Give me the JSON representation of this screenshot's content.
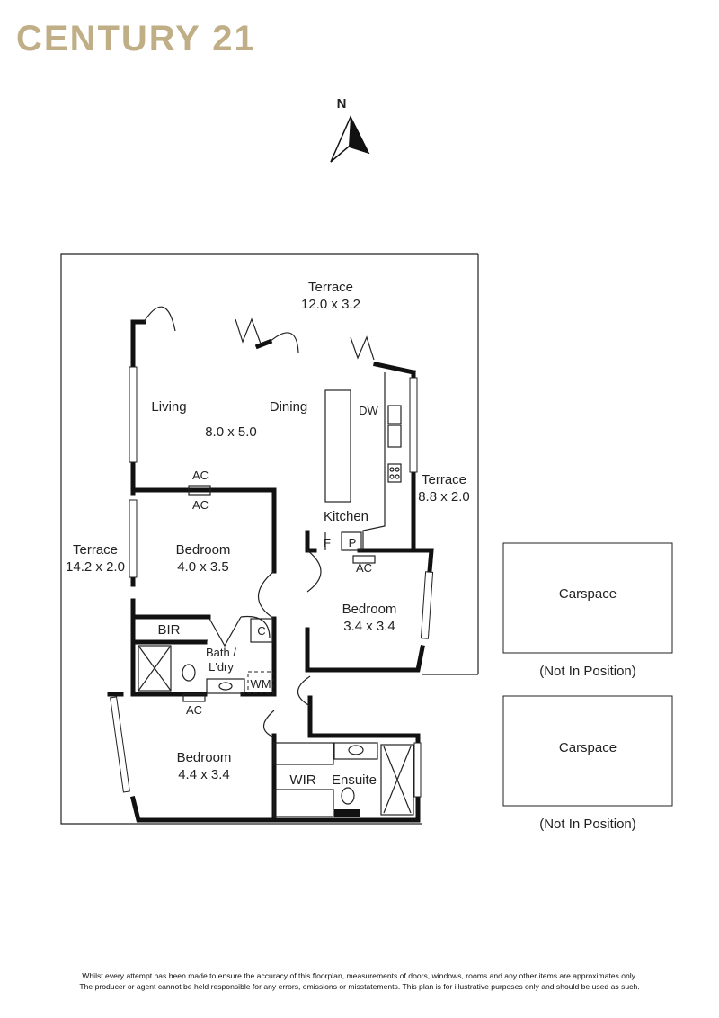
{
  "brand": {
    "name": "CENTURY 21",
    "color": "#bfae86"
  },
  "compass": {
    "label": "N"
  },
  "rooms": {
    "terrace_north": {
      "name": "Terrace",
      "size": "12.0 x 3.2"
    },
    "living": {
      "name": "Living"
    },
    "dining": {
      "name": "Dining"
    },
    "living_dining_size": "8.0 x 5.0",
    "dw": "DW",
    "terrace_east": {
      "name": "Terrace",
      "size": "8.8 x 2.0"
    },
    "kitchen": {
      "name": "Kitchen"
    },
    "fridge": "F",
    "pantry": "P",
    "ac_labels": [
      "AC",
      "AC",
      "AC",
      "AC"
    ],
    "terrace_west": {
      "name": "Terrace",
      "size": "14.2 x 2.0"
    },
    "bedroom1": {
      "name": "Bedroom",
      "size": "4.0 x 3.5"
    },
    "bedroom2": {
      "name": "Bedroom",
      "size": "3.4 x 3.4"
    },
    "bir": "BIR",
    "cupboard": "C",
    "bath_laundry": [
      "Bath /",
      "L'dry"
    ],
    "wm": "WM",
    "bedroom3": {
      "name": "Bedroom",
      "size": "4.4 x 3.4"
    },
    "wir": "WIR",
    "ensuite": "Ensuite"
  },
  "carspaces": [
    {
      "label": "Carspace",
      "note": "(Not In Position)"
    },
    {
      "label": "Carspace",
      "note": "(Not In Position)"
    }
  ],
  "disclaimer": [
    "Whilst every attempt has been made to ensure the accuracy of this floorplan, measurements of doors, windows, rooms and any other items are approximates only.",
    "The producer or agent cannot be held responsible for any errors, omissions or misstatements. This plan is for illustrative purposes only and should be used as such."
  ]
}
